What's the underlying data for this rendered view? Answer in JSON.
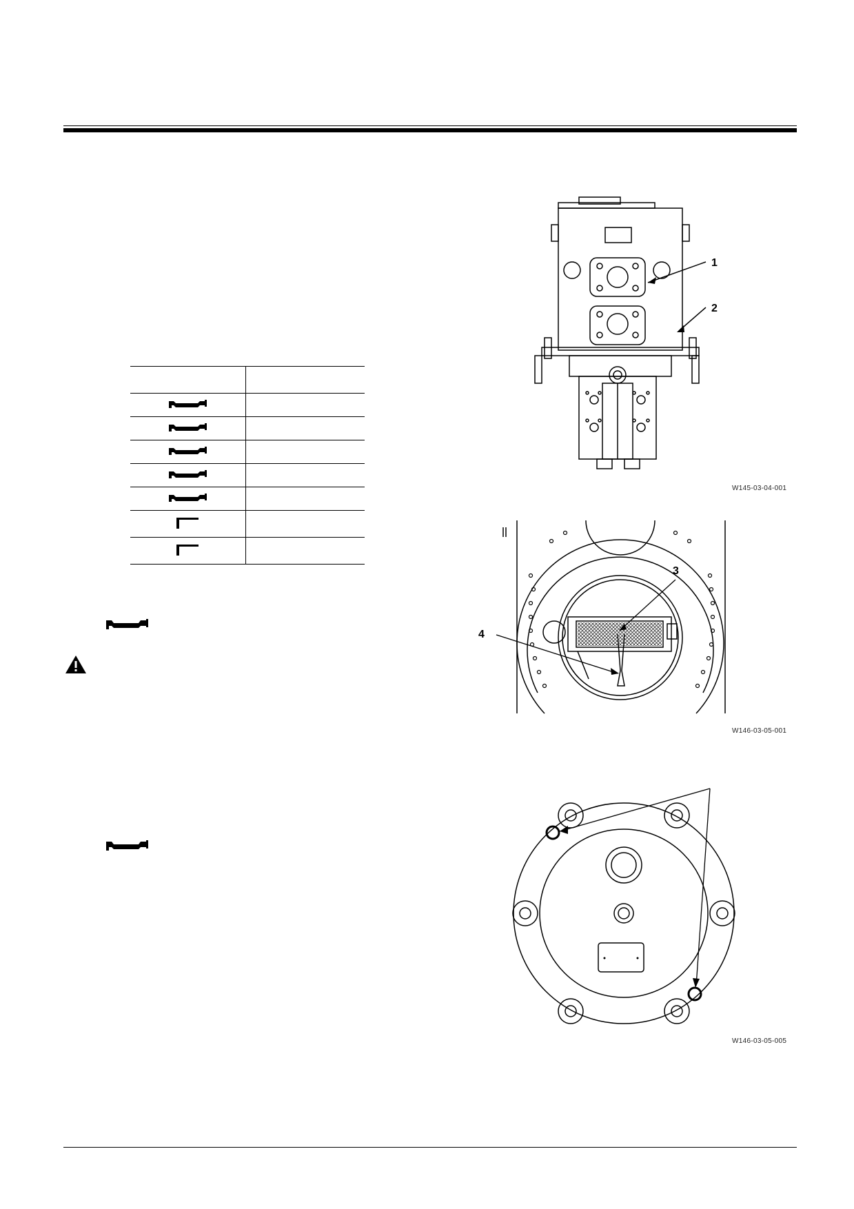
{
  "tools_table": {
    "header": [
      "",
      ""
    ],
    "rows": [
      {
        "icon": "wrench-icon",
        "value": ""
      },
      {
        "icon": "wrench-icon",
        "value": ""
      },
      {
        "icon": "wrench-icon",
        "value": ""
      },
      {
        "icon": "wrench-icon",
        "value": ""
      },
      {
        "icon": "wrench-icon",
        "value": ""
      },
      {
        "icon": "hex-key-icon",
        "value": ""
      },
      {
        "icon": "hex-key-icon",
        "value": ""
      }
    ]
  },
  "figures": [
    {
      "caption": "W145-03-04-001",
      "callouts": [
        "1",
        "2"
      ]
    },
    {
      "caption": "W146-03-05-001",
      "callouts": [
        "3",
        "4"
      ]
    },
    {
      "caption": "W146-03-05-005",
      "callouts": []
    }
  ],
  "notes": {
    "wrench_icons": [
      "wrench-icon",
      "wrench-icon"
    ],
    "warning_icon": "warning-icon"
  }
}
